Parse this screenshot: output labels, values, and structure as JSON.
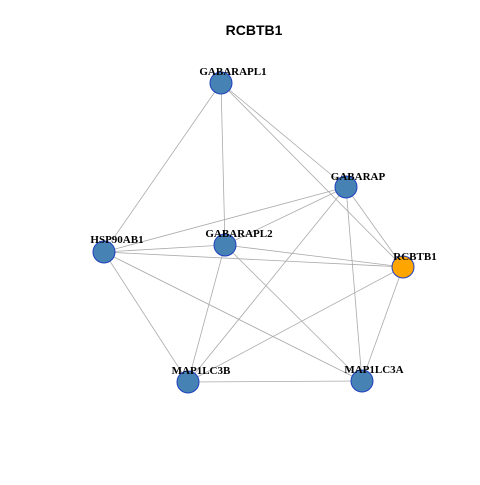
{
  "title": "RCBTB1",
  "colors": {
    "default_node": "#4682B4",
    "query_node": "#FFA500",
    "node_border": "#1F3FBF",
    "edge": "#AAAAAA"
  },
  "nodes": [
    {
      "id": "GABARAPL1",
      "label": "GABARAPL1",
      "query": false
    },
    {
      "id": "GABARAP",
      "label": "GABARAP",
      "query": false
    },
    {
      "id": "HSP90AB1",
      "label": "HSP90AB1",
      "query": false
    },
    {
      "id": "GABARAPL2",
      "label": "GABARAPL2",
      "query": false
    },
    {
      "id": "RCBTB1",
      "label": "RCBTB1",
      "query": true
    },
    {
      "id": "MAP1LC3B",
      "label": "MAP1LC3B",
      "query": false
    },
    {
      "id": "MAP1LC3A",
      "label": "MAP1LC3A",
      "query": false
    }
  ],
  "edges": [
    [
      "GABARAPL1",
      "GABARAP"
    ],
    [
      "GABARAPL1",
      "RCBTB1"
    ],
    [
      "GABARAPL1",
      "HSP90AB1"
    ],
    [
      "GABARAPL1",
      "GABARAPL2"
    ],
    [
      "GABARAP",
      "HSP90AB1"
    ],
    [
      "GABARAP",
      "GABARAPL2"
    ],
    [
      "GABARAP",
      "RCBTB1"
    ],
    [
      "GABARAP",
      "MAP1LC3B"
    ],
    [
      "GABARAP",
      "MAP1LC3A"
    ],
    [
      "HSP90AB1",
      "GABARAPL2"
    ],
    [
      "HSP90AB1",
      "RCBTB1"
    ],
    [
      "HSP90AB1",
      "MAP1LC3B"
    ],
    [
      "HSP90AB1",
      "MAP1LC3A"
    ],
    [
      "GABARAPL2",
      "RCBTB1"
    ],
    [
      "GABARAPL2",
      "MAP1LC3B"
    ],
    [
      "GABARAPL2",
      "MAP1LC3A"
    ],
    [
      "RCBTB1",
      "MAP1LC3B"
    ],
    [
      "RCBTB1",
      "MAP1LC3A"
    ],
    [
      "MAP1LC3B",
      "MAP1LC3A"
    ]
  ]
}
